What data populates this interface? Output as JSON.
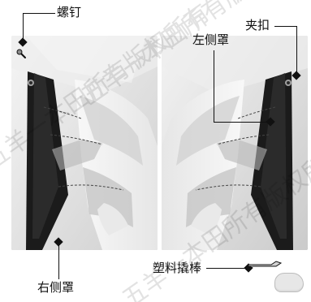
{
  "labels": {
    "screw": "螺钉",
    "clip": "夹扣",
    "left_cover": "左侧罩",
    "right_cover": "右侧罩",
    "tool": "塑料撬棒"
  },
  "watermark_text": "五羊一本田所有版权所有"
}
